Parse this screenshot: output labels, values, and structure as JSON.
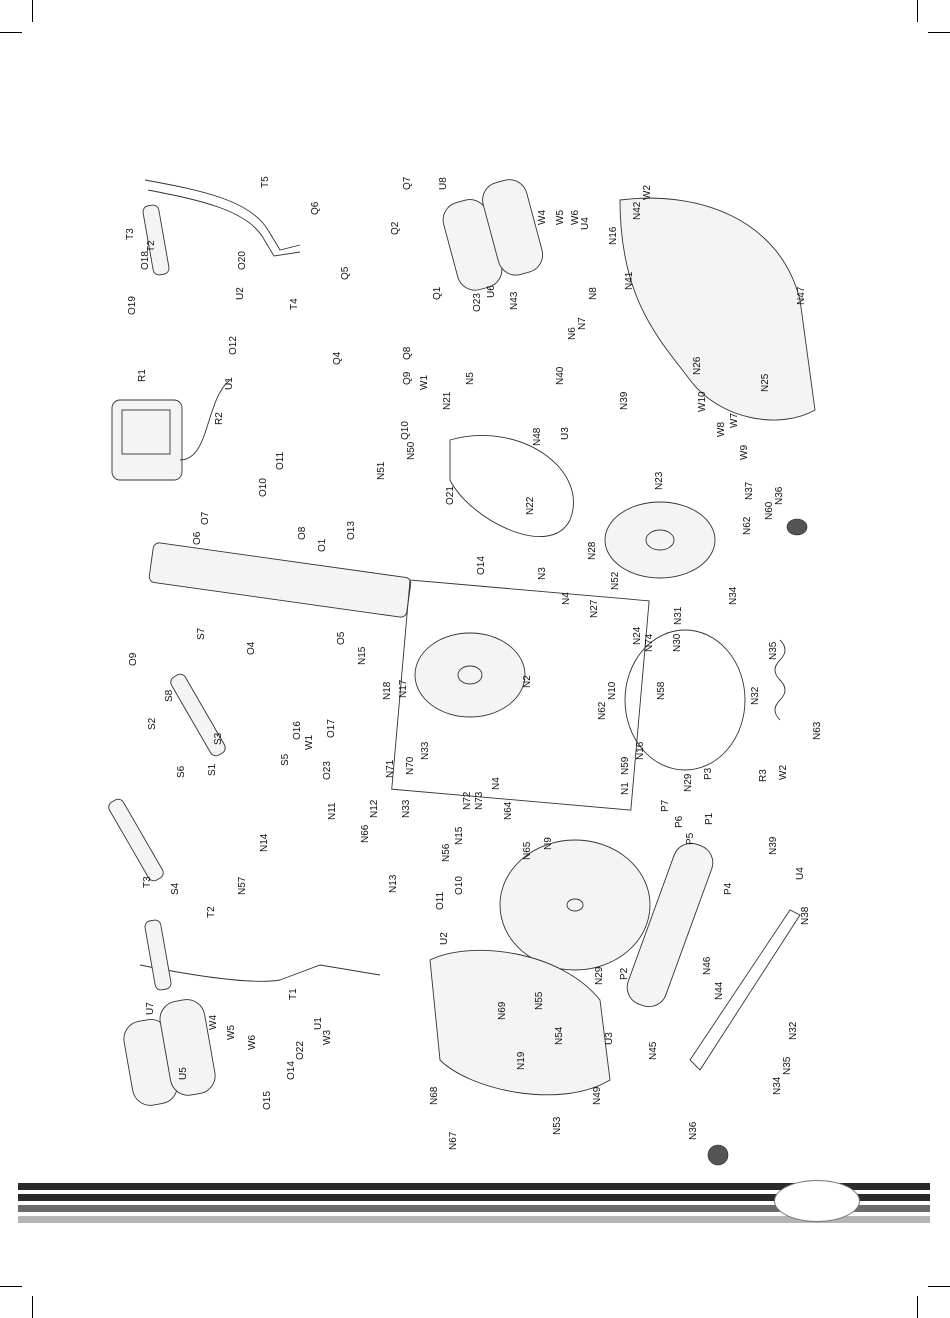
{
  "labels": [
    "T5",
    "Q7",
    "U8",
    "T3",
    "T2",
    "O18",
    "O20",
    "Q6",
    "Q2",
    "W4",
    "W5",
    "W6",
    "U4",
    "N42",
    "W2",
    "O19",
    "U2",
    "T4",
    "Q5",
    "O23",
    "N43",
    "U6",
    "N8",
    "N16",
    "R1",
    "O12",
    "Q1",
    "N7",
    "N6",
    "N41",
    "N47",
    "U1",
    "Q4",
    "Q8",
    "Q9",
    "W1",
    "R2",
    "N21",
    "N5",
    "N40",
    "N26",
    "N25",
    "O11",
    "Q10",
    "N50",
    "N48",
    "U3",
    "N39",
    "W10",
    "W8",
    "W7",
    "W9",
    "O10",
    "N51",
    "N22",
    "N23",
    "O7",
    "O8",
    "O21",
    "N37",
    "N36",
    "O6",
    "O13",
    "N60",
    "N62",
    "O1",
    "N28",
    "O14",
    "N3",
    "N52",
    "N34",
    "N27",
    "N4",
    "N24",
    "N31",
    "N74",
    "N30",
    "N35",
    "O9",
    "S7",
    "O5",
    "O4",
    "N15",
    "N10",
    "N2",
    "N58",
    "S8",
    "N18",
    "N17",
    "N62",
    "N32",
    "S2",
    "S3",
    "O16",
    "W1",
    "O17",
    "N33",
    "N71",
    "N70",
    "N63",
    "N16",
    "N59",
    "N1",
    "P3",
    "N29",
    "W2",
    "R3",
    "S6",
    "S1",
    "S5",
    "O23",
    "N72",
    "N73",
    "N4",
    "N11",
    "N12",
    "N15",
    "N33",
    "N64",
    "N66",
    "P7",
    "P6",
    "P5",
    "P1",
    "N14",
    "N56",
    "N65",
    "N9",
    "N39",
    "U4",
    "N57",
    "N13",
    "O10",
    "O11",
    "S4",
    "T3",
    "P4",
    "N38",
    "T2",
    "U2",
    "N29",
    "P2",
    "N46",
    "N44",
    "U7",
    "T1",
    "U1",
    "W3",
    "N69",
    "N55",
    "N45",
    "N32",
    "W4",
    "W5",
    "W6",
    "O22",
    "N54",
    "U3",
    "N35",
    "N34",
    "U5",
    "O14",
    "N19",
    "N68",
    "N49",
    "O15",
    "N36",
    "N53",
    "N67"
  ],
  "colors": {
    "stripe_dark": "#2a2a2a",
    "stripe_mid": "#6b6b6b",
    "stripe_light": "#b5b5b5"
  }
}
